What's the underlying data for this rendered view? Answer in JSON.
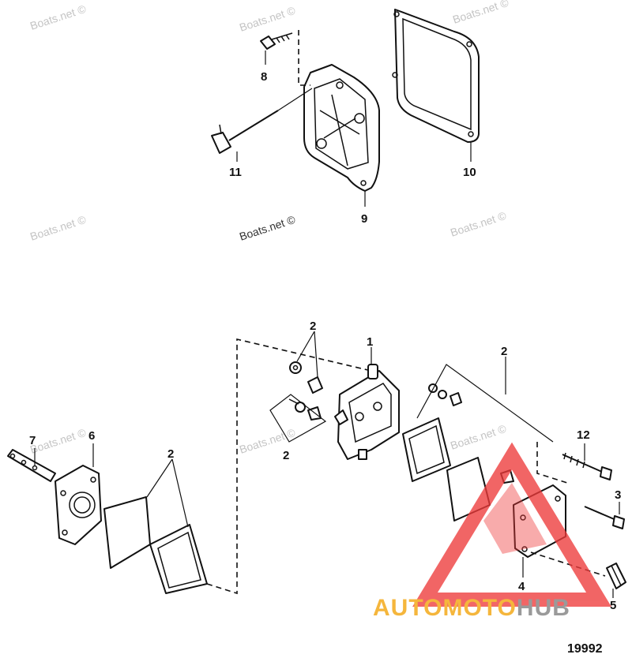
{
  "watermarks": [
    "Boats.net ©",
    "Boats.net ©",
    "Boats.net ©",
    "Boats.net ©",
    "Boats.net ©",
    "Boats.net ©",
    "Boats.net ©",
    "Boats.net ©",
    "Boats.net ©"
  ],
  "callouts": {
    "c1": "1",
    "c2a": "2",
    "c2b": "2",
    "c2c": "2",
    "c2d": "2",
    "c3": "3",
    "c4": "4",
    "c5": "5",
    "c6": "6",
    "c7": "7",
    "c8": "8",
    "c9": "9",
    "c10": "10",
    "c11": "11",
    "c12": "12"
  },
  "brand": {
    "part1": "AUTOMOTO",
    "part2": "HUB",
    "color1": "#f5b63c",
    "color2": "#9a9a9a",
    "logo_color": "#ee3b3b"
  },
  "figure_number": "19992"
}
